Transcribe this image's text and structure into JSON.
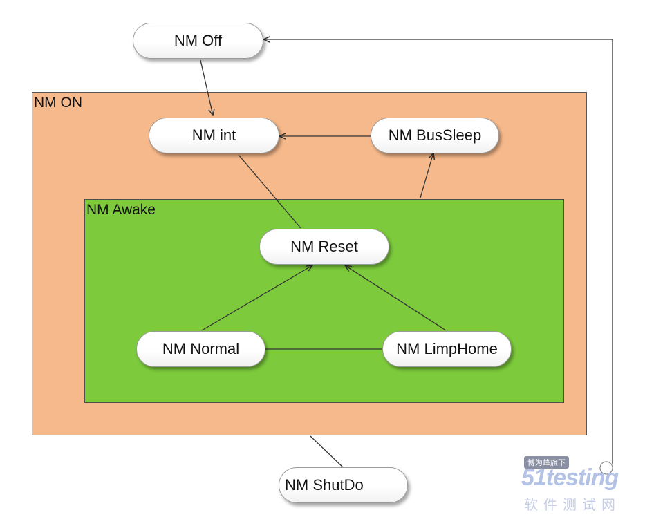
{
  "regions": {
    "nm_on": "NM ON",
    "nm_awake": "NM Awake"
  },
  "states": {
    "nm_off": "NM Off",
    "nm_int": "NM int",
    "nm_bussleep": "NM BusSleep",
    "nm_reset": "NM Reset",
    "nm_normal": "NM Normal",
    "nm_limphome": "NM LimpHome",
    "nm_shutdown": "NM ShutDo"
  },
  "watermark": {
    "badge": "博为峰旗下",
    "logo": "51testing",
    "subtitle": "软件测试网"
  },
  "colors": {
    "nm_on_fill": "#f6b98b",
    "nm_awake_fill": "#7dcb3c",
    "state_fill": "#ffffff",
    "line": "#333333",
    "watermark": "#b4c2e6"
  }
}
